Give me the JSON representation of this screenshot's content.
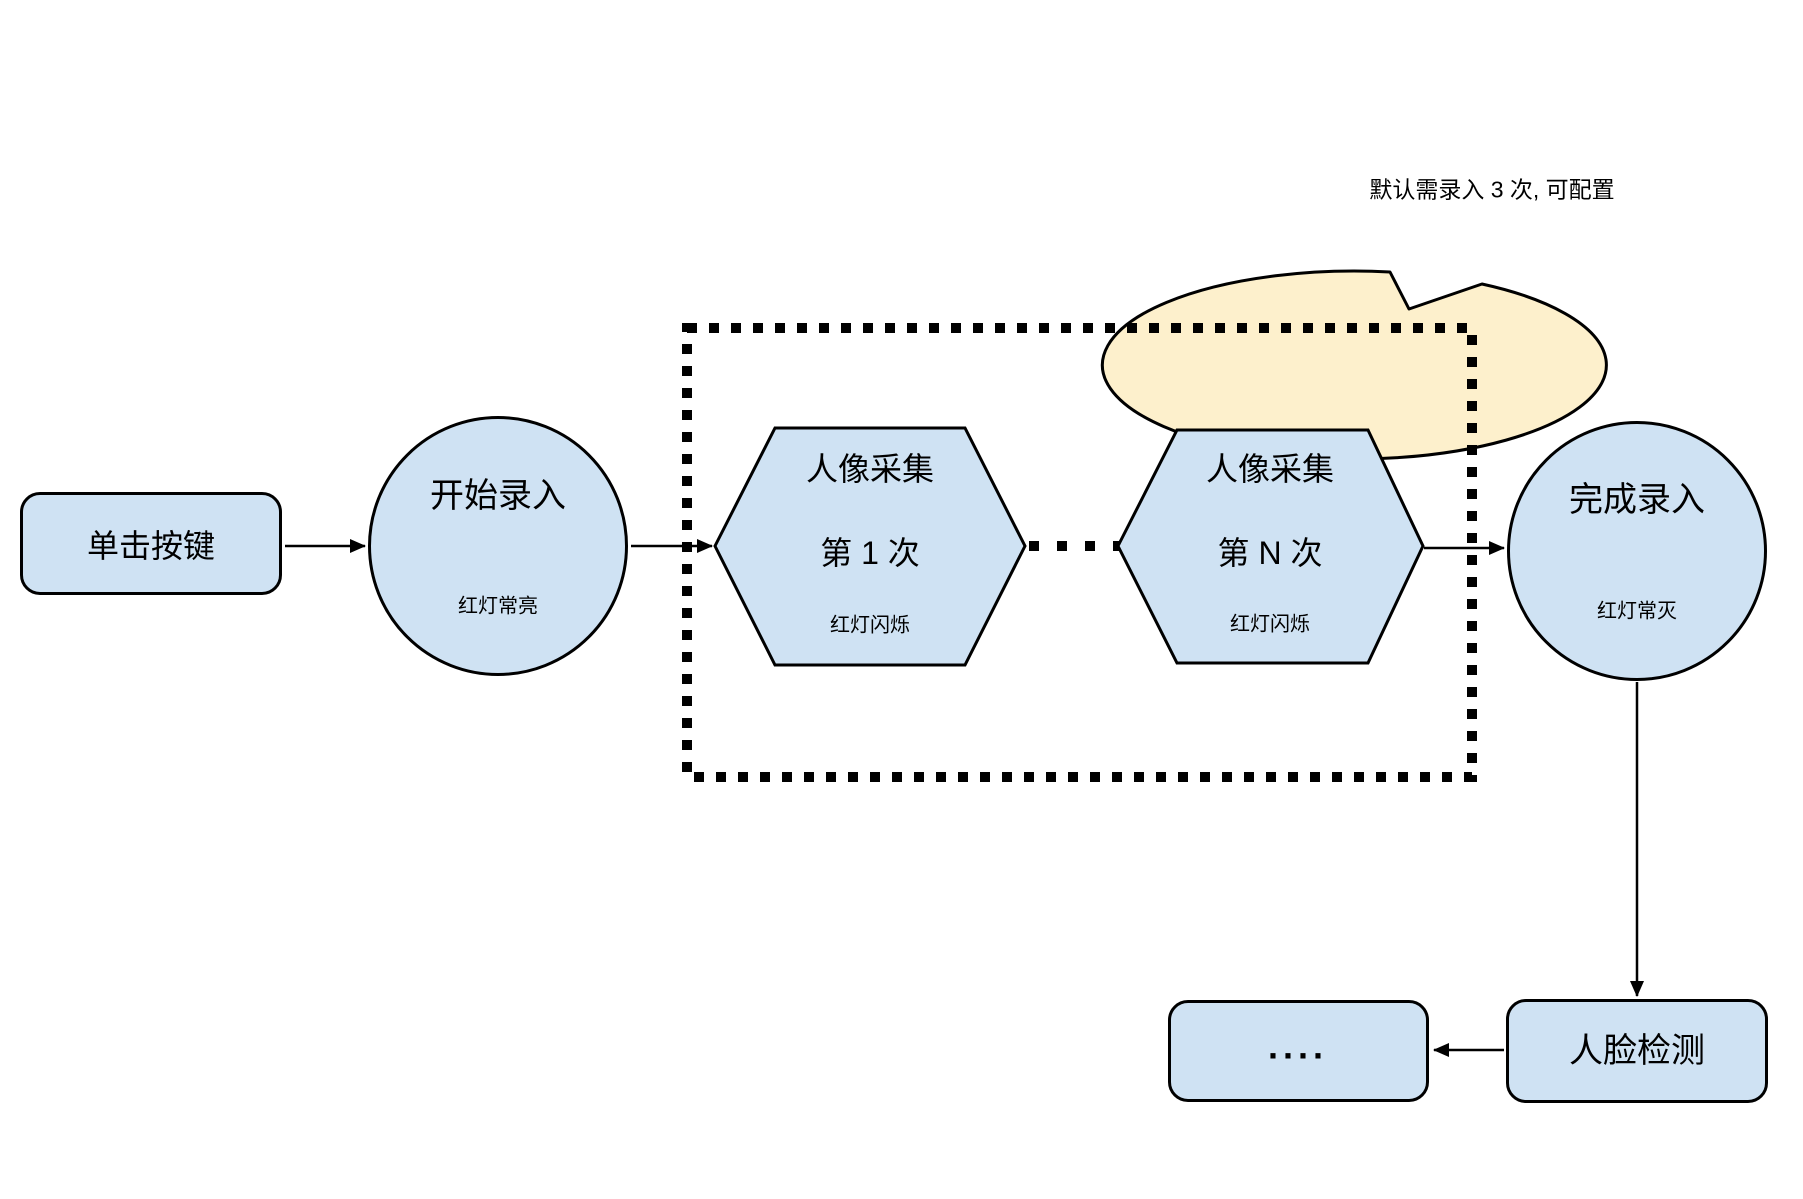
{
  "diagram": {
    "title_hint": "face-enrollment-flowchart",
    "colors": {
      "node_fill": "#cfe2f3",
      "bubble_fill": "#fdf0cc",
      "stroke": "#000000",
      "background": "#ffffff"
    },
    "callout": {
      "text": "默认需录入 3 次, 可配置"
    },
    "nodes": {
      "click_button": {
        "label": "单击按键"
      },
      "start_entry": {
        "label": "开始录入",
        "sublabel": "红灯常亮"
      },
      "capture_first": {
        "line1": "人像采集",
        "line2": "第 1 次",
        "sublabel": "红灯闪烁"
      },
      "capture_nth": {
        "line1": "人像采集",
        "line2": "第 N 次",
        "sublabel": "红灯闪烁"
      },
      "finish_entry": {
        "label": "完成录入",
        "sublabel": "红灯常灭"
      },
      "face_detect": {
        "label": "人脸检测"
      },
      "ellipsis_box": {
        "label": "...."
      }
    }
  }
}
